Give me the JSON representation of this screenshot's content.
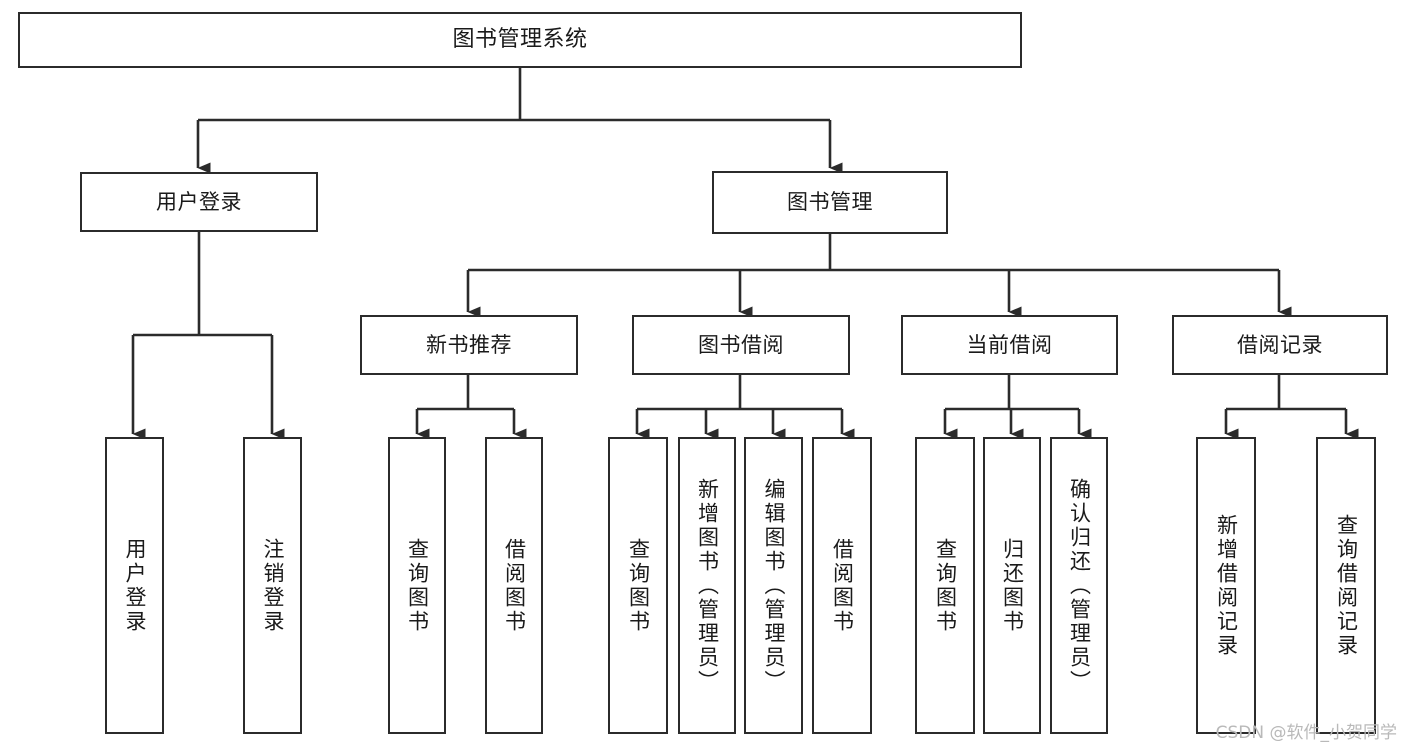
{
  "diagram": {
    "title": "图书管理系统",
    "type": "tree-hierarchy",
    "root": {
      "id": "root",
      "label": "图书管理系统"
    },
    "level1": [
      {
        "id": "user-login",
        "label": "用户登录"
      },
      {
        "id": "book-manage",
        "label": "图书管理"
      }
    ],
    "level2": [
      {
        "id": "new-book-rec",
        "label": "新书推荐",
        "parent": "book-manage"
      },
      {
        "id": "book-borrow",
        "label": "图书借阅",
        "parent": "book-manage"
      },
      {
        "id": "current-borrow",
        "label": "当前借阅",
        "parent": "book-manage"
      },
      {
        "id": "borrow-record",
        "label": "借阅记录",
        "parent": "book-manage"
      }
    ],
    "leaves": [
      {
        "id": "leaf-user-login",
        "label": "用户登录",
        "parent": "user-login"
      },
      {
        "id": "leaf-logout",
        "label": "注销登录",
        "parent": "user-login"
      },
      {
        "id": "leaf-query-book-1",
        "label": "查询图书",
        "parent": "new-book-rec"
      },
      {
        "id": "leaf-borrow-book-1",
        "label": "借阅图书",
        "parent": "new-book-rec"
      },
      {
        "id": "leaf-query-book-2",
        "label": "查询图书",
        "parent": "book-borrow"
      },
      {
        "id": "leaf-add-book",
        "label": "新增图书（管理员）",
        "parent": "book-borrow"
      },
      {
        "id": "leaf-edit-book",
        "label": "编辑图书（管理员）",
        "parent": "book-borrow"
      },
      {
        "id": "leaf-borrow-book-2",
        "label": "借阅图书",
        "parent": "book-borrow"
      },
      {
        "id": "leaf-query-book-3",
        "label": "查询图书",
        "parent": "current-borrow"
      },
      {
        "id": "leaf-return-book",
        "label": "归还图书",
        "parent": "current-borrow"
      },
      {
        "id": "leaf-confirm-return",
        "label": "确认归还（管理员）",
        "parent": "current-borrow"
      },
      {
        "id": "leaf-add-record",
        "label": "新增借阅记录",
        "parent": "borrow-record"
      },
      {
        "id": "leaf-query-record",
        "label": "查询借阅记录",
        "parent": "borrow-record"
      }
    ]
  },
  "watermark": {
    "text": "CSDN @软件_小贺同学"
  },
  "colors": {
    "stroke": "#2b2b2b",
    "fill": "#ffffff",
    "text": "#1a1a1a",
    "watermark": "#b9b9b9"
  }
}
